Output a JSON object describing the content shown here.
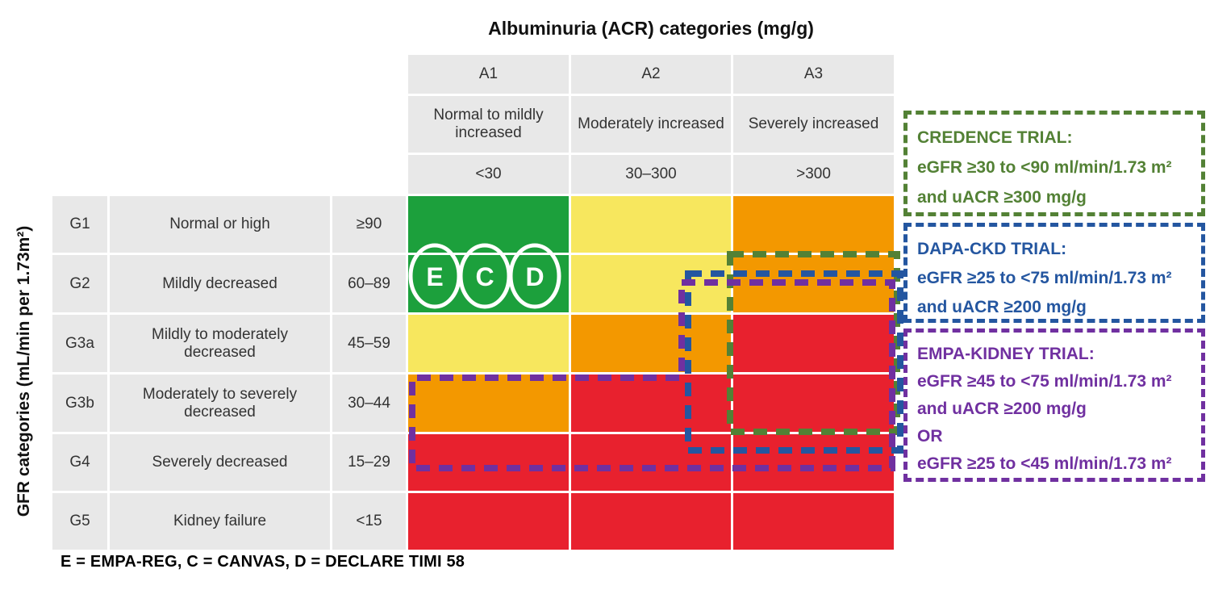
{
  "chart_data": {
    "type": "heatmap",
    "title": "Albuminuria (ACR) categories (mg/g)",
    "ylabel": "GFR categories (mL/min per 1.73m²)",
    "footnote": "E = EMPA-REG, C = CANVAS, D = DECLARE TIMI 58",
    "columns": [
      {
        "code": "A1",
        "label": "Normal to mildly increased",
        "range": "<30"
      },
      {
        "code": "A2",
        "label": "Moderately increased",
        "range": "30–300"
      },
      {
        "code": "A3",
        "label": "Severely increased",
        "range": ">300"
      }
    ],
    "rows": [
      {
        "code": "G1",
        "label": "Normal or high",
        "range": "≥90"
      },
      {
        "code": "G2",
        "label": "Mildly decreased",
        "range": "60–89"
      },
      {
        "code": "G3a",
        "label": "Mildly to moderately decreased",
        "range": "45–59"
      },
      {
        "code": "G3b",
        "label": "Moderately to severely decreased",
        "range": "30–44"
      },
      {
        "code": "G4",
        "label": "Severely decreased",
        "range": "15–29"
      },
      {
        "code": "G5",
        "label": "Kidney failure",
        "range": "<15"
      }
    ],
    "palette": {
      "low_risk_green": "#1ca03c",
      "moderate_risk_yellow": "#f7e75e",
      "high_risk_orange": "#f39800",
      "very_high_risk_red": "#e8212e",
      "header_gray": "#e8e8e8"
    },
    "cell_colors": [
      [
        "#1ca03c",
        "#f7e75e",
        "#f39800"
      ],
      [
        "#1ca03c",
        "#f7e75e",
        "#f39800"
      ],
      [
        "#f7e75e",
        "#f39800",
        "#e8212e"
      ],
      [
        "#f39800",
        "#e8212e",
        "#e8212e"
      ],
      [
        "#e8212e",
        "#e8212e",
        "#e8212e"
      ],
      [
        "#e8212e",
        "#e8212e",
        "#e8212e"
      ]
    ],
    "markers": {
      "cell": "G2 / A1",
      "labels": [
        "E",
        "C",
        "D"
      ]
    },
    "trial_legend": [
      {
        "name": "CREDENCE",
        "color": "#538135",
        "title": "CREDENCE TRIAL:",
        "lines": [
          "eGFR ≥30 to <90 ml/min/1.73 m²",
          "and uACR ≥300 mg/g"
        ]
      },
      {
        "name": "DAPA-CKD",
        "color": "#2456a0",
        "title": "DAPA-CKD TRIAL:",
        "lines": [
          "eGFR ≥25 to <75 ml/min/1.73 m²",
          "and uACR ≥200 mg/g"
        ]
      },
      {
        "name": "EMPA-KIDNEY",
        "color": "#7030a0",
        "title": "EMPA-KIDNEY TRIAL:",
        "lines": [
          "eGFR ≥45 to <75 ml/min/1.73 m²",
          "and uACR ≥200 mg/g",
          "OR",
          "eGFR ≥25 to <45 ml/min/1.73 m²"
        ]
      }
    ]
  }
}
